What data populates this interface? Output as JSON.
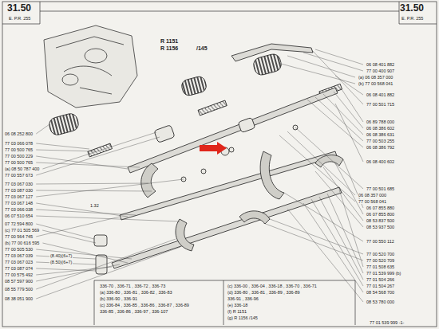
{
  "diagram": {
    "labels": [
      "31.50",
      "E. P.R. 255",
      "R 1151",
      "R 1156",
      "/145",
      "31.50",
      "E. P.R. 255",
      "06 08 401 882",
      "77 00 400 907",
      "(a) 06 08 357 000",
      "(b) 77 00 568 041",
      "06 08 401 882",
      "77 00 501 715",
      "06 89 788 000",
      "06 08 386 602",
      "06 08 386 631",
      "77 00 503 255",
      "06 08 386 792",
      "06 08 400 602",
      "77 00 501 685",
      "06 08 357 000",
      "77 00 568 041",
      "06 07 855 880",
      "06 07 855 800",
      "08 53 837 500",
      "08 53 937 500",
      "77 00 550 112",
      "77 00 520 700",
      "77 00 520 709",
      "77 01 508 635",
      "77 01 539 999 (b)",
      "77 01 504 266",
      "77 01 504 267",
      "08 54 568 700",
      "08 53 780 000",
      "06 08 252 800",
      "77 03 066 078",
      "77 00 500 765",
      "77 00 500 229",
      "77 00 500 765",
      "(a) 08 50 787 400",
      "77 00 557 673",
      "77 03 067 030",
      "77 03 087 030",
      "77 03 067 127",
      "77 03 067 148",
      "77 03 066 038",
      "06 07 510 654",
      "1.32",
      "07 72 594 800",
      "(c) 77 01 505 569",
      "77 00 564 745",
      "(b) 77 00 616 595",
      "77 00 505 530",
      "77 03 067 039",
      "77 03 067 023",
      "77 03 087 074",
      "77 00 575 492",
      "08 57 597 900",
      "08 55 779 500",
      "08 38 051 900",
      "(8.40)(6+7)",
      "(8.50)(6+7)",
      "336-70 , 336-71 , 336-72 , 336-73",
      "(a) 336-80 , 336-81 , 336-82 , 336-83",
      "(b) 336-90 , 336-91",
      "(c) 336-84 , 336-85 , 336-86 , 336-87 , 336-89",
      "336-85 , 336-86 , 336-97 , 336-107",
      "(c) 336-00 , 336-04 , 336-18 , 336-70 , 336-71",
      "(d) 336-80 , 336-81 , 336-89 , 336-89",
      "336-91 , 336-96",
      "(e) 336-18",
      "(f) R 1151",
      "(g) R 1156 /145",
      "77 01 539 999 -1-"
    ]
  }
}
